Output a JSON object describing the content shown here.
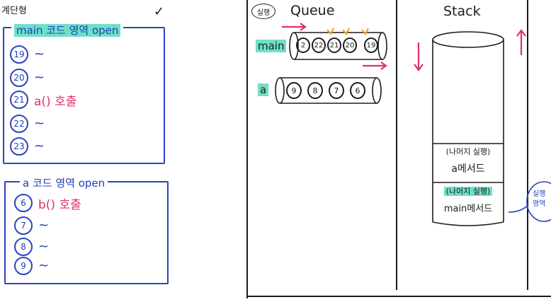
{
  "header": {
    "title_scrawl": "계단형",
    "check_mark": "✓"
  },
  "main_frame": {
    "label": "main 코드 영역 open",
    "lines": [
      {
        "num": "19",
        "text": "~"
      },
      {
        "num": "20",
        "text": "~"
      },
      {
        "num": "21",
        "text": "a() 호출"
      },
      {
        "num": "22",
        "text": "~"
      },
      {
        "num": "23",
        "text": "~"
      }
    ]
  },
  "a_frame": {
    "label": "a 코드 영역 open",
    "lines": [
      {
        "num": "6",
        "text": "b() 호출"
      },
      {
        "num": "7",
        "text": "~"
      },
      {
        "num": "8",
        "text": "~"
      },
      {
        "num": "9",
        "text": "~"
      }
    ]
  },
  "queue_panel": {
    "badge": "실행",
    "title": "Queue",
    "main_label": "main",
    "main_items": [
      "2",
      "22",
      "21",
      "20",
      "19"
    ],
    "a_label": "a",
    "a_items": [
      "9",
      "8",
      "7",
      "6"
    ]
  },
  "stack_panel": {
    "title": "Stack",
    "frames": [
      {
        "note": "(나머지 실행)",
        "name": "a메서드"
      },
      {
        "note": "(나머지 실행)",
        "name": "main메서드"
      }
    ],
    "side_note": "실행 영역"
  },
  "colors": {
    "ink_blue": "#1f3fb8",
    "pink": "#e0306a",
    "highlight": "#6fe0c8",
    "orange": "#e8a21a"
  }
}
